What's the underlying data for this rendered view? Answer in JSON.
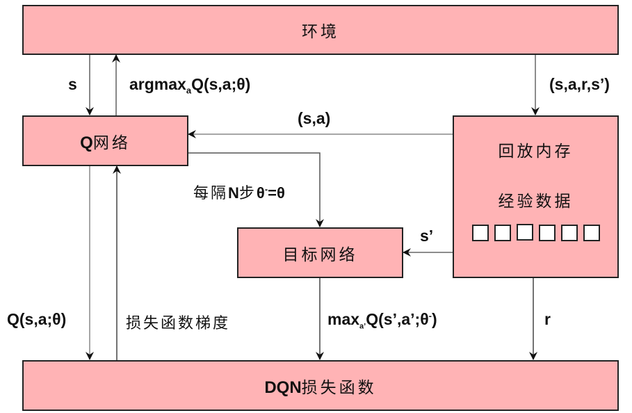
{
  "nodes": {
    "environment": "环境",
    "q_network_prefix": "Q",
    "q_network_suffix": "网络",
    "replay_memory_title": "回放内存",
    "replay_memory_subtitle": "经验数据",
    "replay_memory_slots": 6,
    "target_network": "目标网络",
    "dqn_loss_prefix": "DQN",
    "dqn_loss_suffix": "损失函数"
  },
  "edges": {
    "state": "s",
    "action_main": "argmax",
    "action_sub": "a",
    "action_tail": "Q(s,a;θ)",
    "transition": "(s,a,r,s’)",
    "state_action": "(s,a)",
    "sync_prefix": "每隔",
    "sync_n": "N",
    "sync_step": "步",
    "sync_theta": "θ",
    "sync_sup": "-",
    "sync_tail": "=θ",
    "next_state": "s’",
    "q_value": "Q(s,a;θ)",
    "gradient": "损失函数梯度",
    "target_main": "max",
    "target_sub": "a’",
    "target_tail_a": "Q(s’,a’;θ",
    "target_sup": "-",
    "target_tail_b": ")",
    "reward": "r"
  },
  "colors": {
    "box_fill": "#ffb3b5",
    "border": "#222222",
    "line": "#444444"
  }
}
